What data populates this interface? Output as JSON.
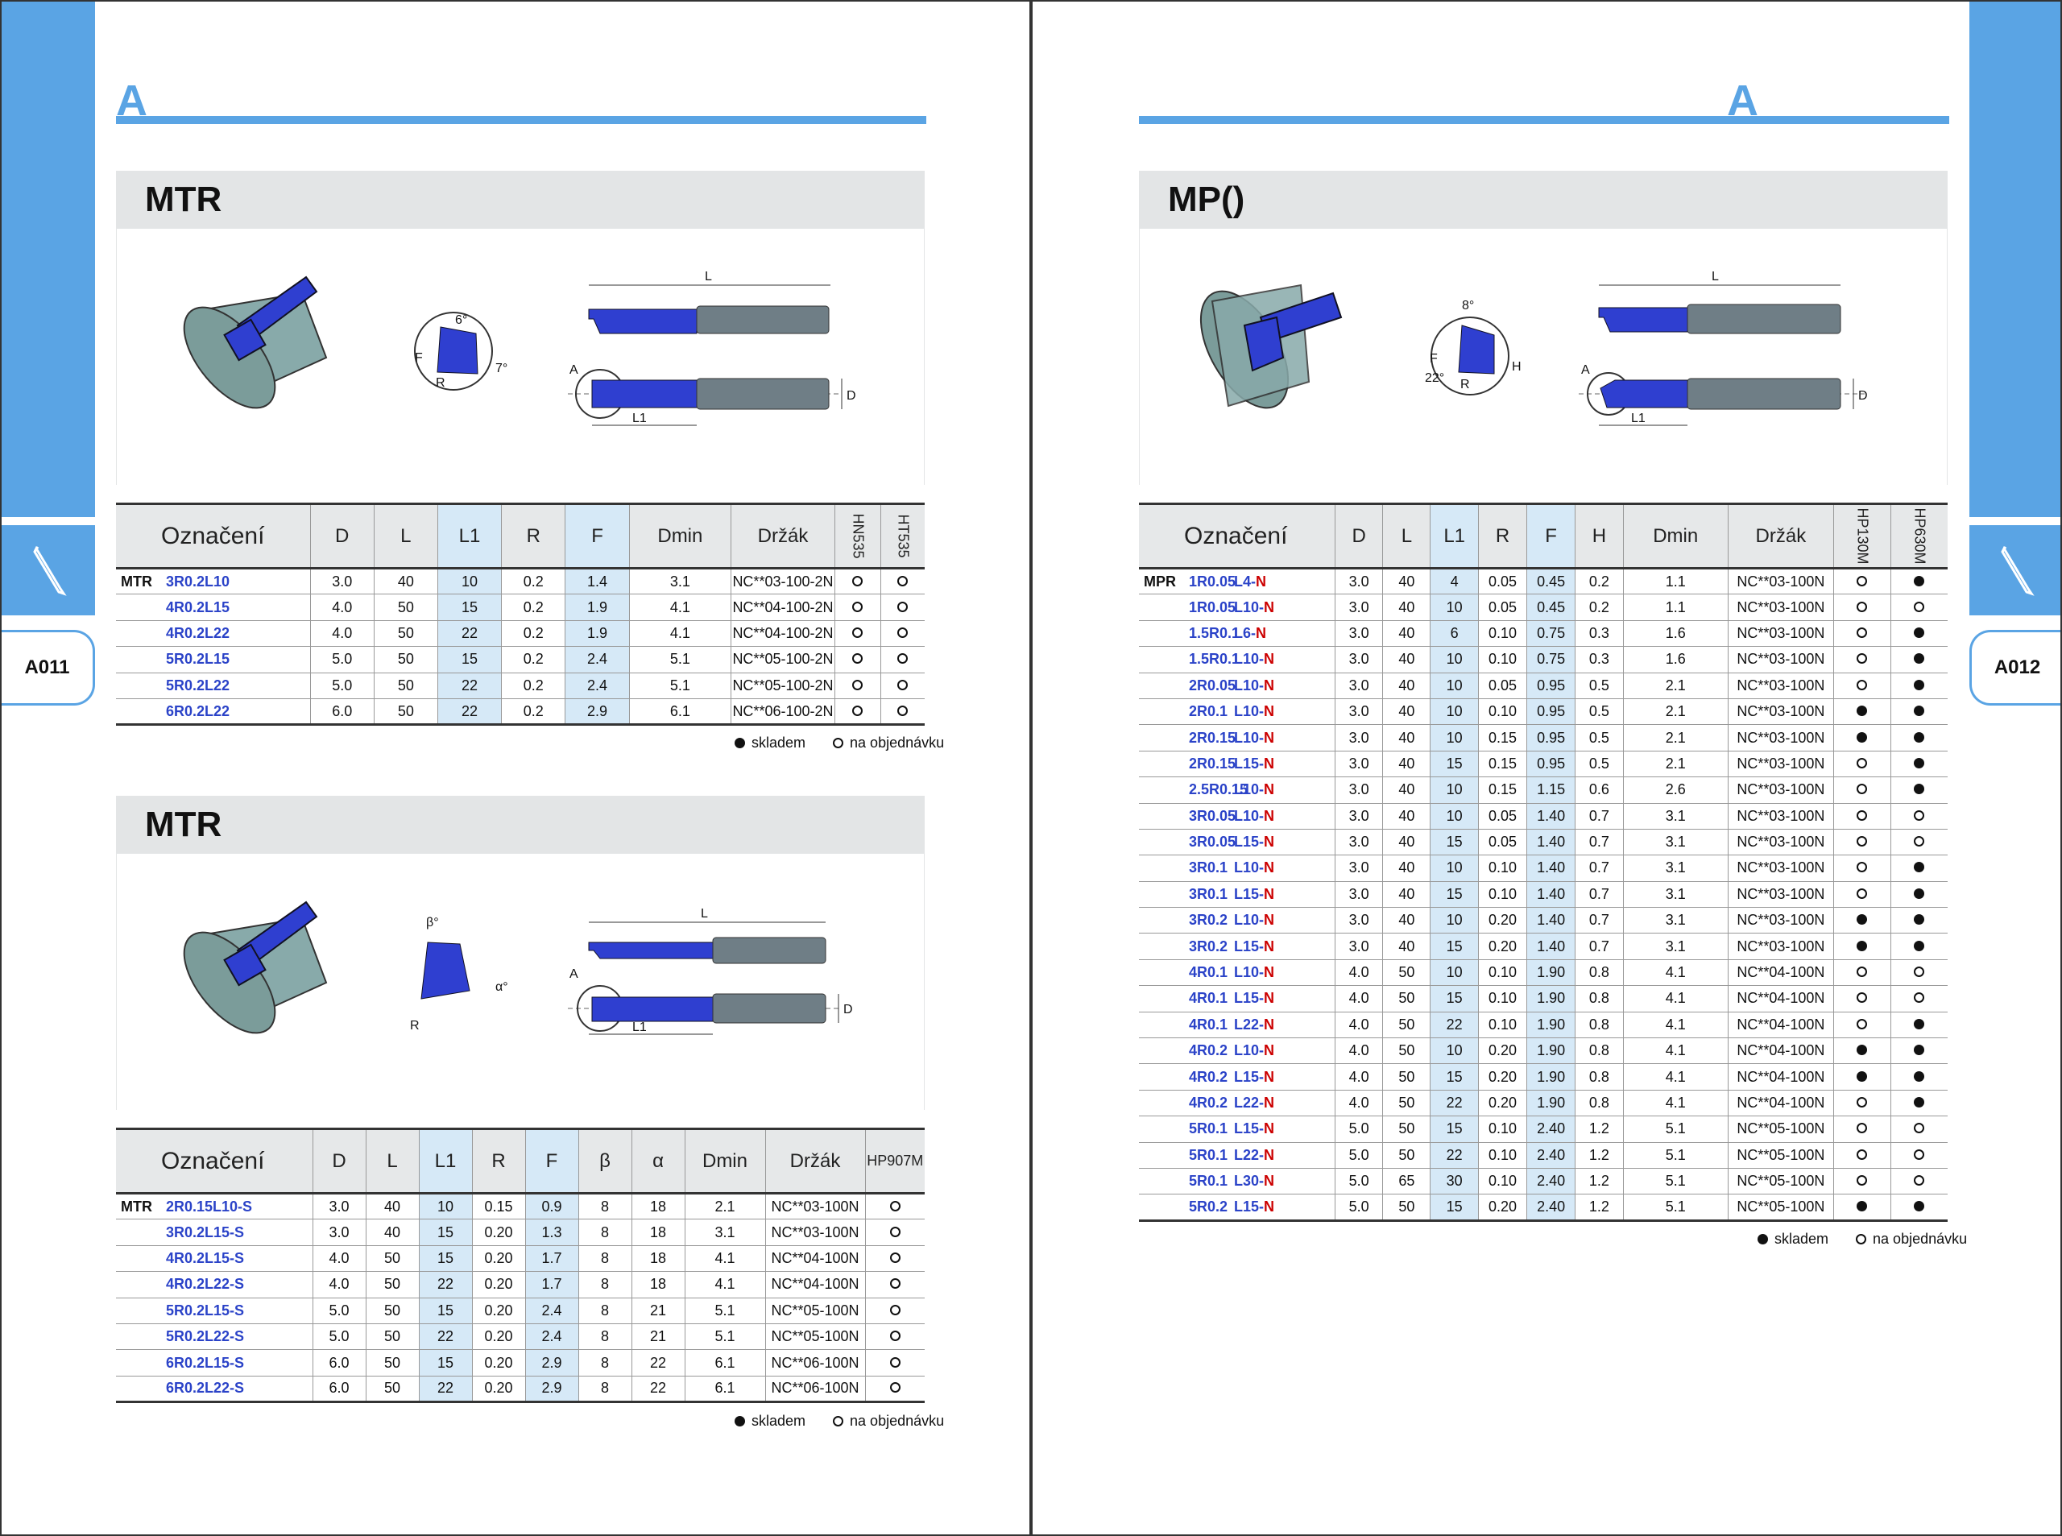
{
  "left_page": {
    "section_letter": "A",
    "page_tab": "A011",
    "table1": {
      "title": "MTR",
      "headers": [
        "Označení",
        "D",
        "L",
        "L1",
        "R",
        "F",
        "Dmin",
        "Držák",
        "HN535",
        "HT535"
      ],
      "series": "MTR",
      "rows": [
        {
          "code": "3R0.2L10",
          "D": "3.0",
          "L": "40",
          "L1": "10",
          "R": "0.2",
          "F": "1.4",
          "Dmin": "3.1",
          "holder": "NC**03-100-2N",
          "g1": "open",
          "g2": "open"
        },
        {
          "code": "4R0.2L15",
          "D": "4.0",
          "L": "50",
          "L1": "15",
          "R": "0.2",
          "F": "1.9",
          "Dmin": "4.1",
          "holder": "NC**04-100-2N",
          "g1": "open",
          "g2": "open"
        },
        {
          "code": "4R0.2L22",
          "D": "4.0",
          "L": "50",
          "L1": "22",
          "R": "0.2",
          "F": "1.9",
          "Dmin": "4.1",
          "holder": "NC**04-100-2N",
          "g1": "open",
          "g2": "open"
        },
        {
          "code": "5R0.2L15",
          "D": "5.0",
          "L": "50",
          "L1": "15",
          "R": "0.2",
          "F": "2.4",
          "Dmin": "5.1",
          "holder": "NC**05-100-2N",
          "g1": "open",
          "g2": "open"
        },
        {
          "code": "5R0.2L22",
          "D": "5.0",
          "L": "50",
          "L1": "22",
          "R": "0.2",
          "F": "2.4",
          "Dmin": "5.1",
          "holder": "NC**05-100-2N",
          "g1": "open",
          "g2": "open"
        },
        {
          "code": "6R0.2L22",
          "D": "6.0",
          "L": "50",
          "L1": "22",
          "R": "0.2",
          "F": "2.9",
          "Dmin": "6.1",
          "holder": "NC**06-100-2N",
          "g1": "open",
          "g2": "open"
        }
      ],
      "legend_stock": "skladem",
      "legend_order": "na objednávku",
      "diagram_labels": {
        "L": "L",
        "A": "A",
        "L1": "L1",
        "D": "D",
        "F": "F",
        "R": "R",
        "angle1": "6°",
        "angle2": "7°"
      }
    },
    "table2": {
      "title": "MTR",
      "headers": [
        "Označení",
        "D",
        "L",
        "L1",
        "R",
        "F",
        "β",
        "α",
        "Dmin",
        "Držák",
        "HP907M"
      ],
      "series": "MTR",
      "rows": [
        {
          "code": "2R0.15L10-S",
          "D": "3.0",
          "L": "40",
          "L1": "10",
          "R": "0.15",
          "F": "0.9",
          "beta": "8",
          "alpha": "18",
          "Dmin": "2.1",
          "holder": "NC**03-100N",
          "g1": "open"
        },
        {
          "code": "3R0.2L15-S",
          "D": "3.0",
          "L": "40",
          "L1": "15",
          "R": "0.20",
          "F": "1.3",
          "beta": "8",
          "alpha": "18",
          "Dmin": "3.1",
          "holder": "NC**03-100N",
          "g1": "open"
        },
        {
          "code": "4R0.2L15-S",
          "D": "4.0",
          "L": "50",
          "L1": "15",
          "R": "0.20",
          "F": "1.7",
          "beta": "8",
          "alpha": "18",
          "Dmin": "4.1",
          "holder": "NC**04-100N",
          "g1": "open"
        },
        {
          "code": "4R0.2L22-S",
          "D": "4.0",
          "L": "50",
          "L1": "22",
          "R": "0.20",
          "F": "1.7",
          "beta": "8",
          "alpha": "18",
          "Dmin": "4.1",
          "holder": "NC**04-100N",
          "g1": "open"
        },
        {
          "code": "5R0.2L15-S",
          "D": "5.0",
          "L": "50",
          "L1": "15",
          "R": "0.20",
          "F": "2.4",
          "beta": "8",
          "alpha": "21",
          "Dmin": "5.1",
          "holder": "NC**05-100N",
          "g1": "open"
        },
        {
          "code": "5R0.2L22-S",
          "D": "5.0",
          "L": "50",
          "L1": "22",
          "R": "0.20",
          "F": "2.4",
          "beta": "8",
          "alpha": "21",
          "Dmin": "5.1",
          "holder": "NC**05-100N",
          "g1": "open"
        },
        {
          "code": "6R0.2L15-S",
          "D": "6.0",
          "L": "50",
          "L1": "15",
          "R": "0.20",
          "F": "2.9",
          "beta": "8",
          "alpha": "22",
          "Dmin": "6.1",
          "holder": "NC**06-100N",
          "g1": "open"
        },
        {
          "code": "6R0.2L22-S",
          "D": "6.0",
          "L": "50",
          "L1": "22",
          "R": "0.20",
          "F": "2.9",
          "beta": "8",
          "alpha": "22",
          "Dmin": "6.1",
          "holder": "NC**06-100N",
          "g1": "open"
        }
      ],
      "legend_stock": "skladem",
      "legend_order": "na objednávku",
      "diagram_labels": {
        "L": "L",
        "A": "A",
        "L1": "L1",
        "D": "D",
        "R": "R",
        "beta": "β°",
        "alpha": "α°"
      }
    }
  },
  "right_page": {
    "section_letter": "A",
    "page_tab": "A012",
    "table": {
      "title": "MP()",
      "headers": [
        "Označení",
        "D",
        "L",
        "L1",
        "R",
        "F",
        "H",
        "Dmin",
        "Držák",
        "HP130M",
        "HP630M"
      ],
      "series": "MPR",
      "rows": [
        {
          "code": "1R0.05",
          "code2": "L4-N",
          "D": "3.0",
          "L": "40",
          "L1": "4",
          "R": "0.05",
          "F": "0.45",
          "H": "0.2",
          "Dmin": "1.1",
          "holder": "NC**03-100N",
          "g1": "open",
          "g2": "filled"
        },
        {
          "code": "1R0.05",
          "code2": "L10-N",
          "D": "3.0",
          "L": "40",
          "L1": "10",
          "R": "0.05",
          "F": "0.45",
          "H": "0.2",
          "Dmin": "1.1",
          "holder": "NC**03-100N",
          "g1": "open",
          "g2": "open"
        },
        {
          "code": "1.5R0.1",
          "code2": "L6-N",
          "D": "3.0",
          "L": "40",
          "L1": "6",
          "R": "0.10",
          "F": "0.75",
          "H": "0.3",
          "Dmin": "1.6",
          "holder": "NC**03-100N",
          "g1": "open",
          "g2": "filled"
        },
        {
          "code": "1.5R0.1",
          "code2": "L10-N",
          "D": "3.0",
          "L": "40",
          "L1": "10",
          "R": "0.10",
          "F": "0.75",
          "H": "0.3",
          "Dmin": "1.6",
          "holder": "NC**03-100N",
          "g1": "open",
          "g2": "filled"
        },
        {
          "code": "2R0.05",
          "code2": "L10-N",
          "D": "3.0",
          "L": "40",
          "L1": "10",
          "R": "0.05",
          "F": "0.95",
          "H": "0.5",
          "Dmin": "2.1",
          "holder": "NC**03-100N",
          "g1": "open",
          "g2": "filled"
        },
        {
          "code": "2R0.1",
          "code2": "L10-N",
          "D": "3.0",
          "L": "40",
          "L1": "10",
          "R": "0.10",
          "F": "0.95",
          "H": "0.5",
          "Dmin": "2.1",
          "holder": "NC**03-100N",
          "g1": "filled",
          "g2": "filled"
        },
        {
          "code": "2R0.15",
          "code2": "L10-N",
          "D": "3.0",
          "L": "40",
          "L1": "10",
          "R": "0.15",
          "F": "0.95",
          "H": "0.5",
          "Dmin": "2.1",
          "holder": "NC**03-100N",
          "g1": "filled",
          "g2": "filled"
        },
        {
          "code": "2R0.15",
          "code2": "L15-N",
          "D": "3.0",
          "L": "40",
          "L1": "15",
          "R": "0.15",
          "F": "0.95",
          "H": "0.5",
          "Dmin": "2.1",
          "holder": "NC**03-100N",
          "g1": "open",
          "g2": "filled"
        },
        {
          "code": "2.5R0.15",
          "code2": "L10-N",
          "D": "3.0",
          "L": "40",
          "L1": "10",
          "R": "0.15",
          "F": "1.15",
          "H": "0.6",
          "Dmin": "2.6",
          "holder": "NC**03-100N",
          "g1": "open",
          "g2": "filled"
        },
        {
          "code": "3R0.05",
          "code2": "L10-N",
          "D": "3.0",
          "L": "40",
          "L1": "10",
          "R": "0.05",
          "F": "1.40",
          "H": "0.7",
          "Dmin": "3.1",
          "holder": "NC**03-100N",
          "g1": "open",
          "g2": "open"
        },
        {
          "code": "3R0.05",
          "code2": "L15-N",
          "D": "3.0",
          "L": "40",
          "L1": "15",
          "R": "0.05",
          "F": "1.40",
          "H": "0.7",
          "Dmin": "3.1",
          "holder": "NC**03-100N",
          "g1": "open",
          "g2": "open"
        },
        {
          "code": "3R0.1",
          "code2": "L10-N",
          "D": "3.0",
          "L": "40",
          "L1": "10",
          "R": "0.10",
          "F": "1.40",
          "H": "0.7",
          "Dmin": "3.1",
          "holder": "NC**03-100N",
          "g1": "open",
          "g2": "filled"
        },
        {
          "code": "3R0.1",
          "code2": "L15-N",
          "D": "3.0",
          "L": "40",
          "L1": "15",
          "R": "0.10",
          "F": "1.40",
          "H": "0.7",
          "Dmin": "3.1",
          "holder": "NC**03-100N",
          "g1": "open",
          "g2": "filled"
        },
        {
          "code": "3R0.2",
          "code2": "L10-N",
          "D": "3.0",
          "L": "40",
          "L1": "10",
          "R": "0.20",
          "F": "1.40",
          "H": "0.7",
          "Dmin": "3.1",
          "holder": "NC**03-100N",
          "g1": "filled",
          "g2": "filled"
        },
        {
          "code": "3R0.2",
          "code2": "L15-N",
          "D": "3.0",
          "L": "40",
          "L1": "15",
          "R": "0.20",
          "F": "1.40",
          "H": "0.7",
          "Dmin": "3.1",
          "holder": "NC**03-100N",
          "g1": "filled",
          "g2": "filled"
        },
        {
          "code": "4R0.1",
          "code2": "L10-N",
          "D": "4.0",
          "L": "50",
          "L1": "10",
          "R": "0.10",
          "F": "1.90",
          "H": "0.8",
          "Dmin": "4.1",
          "holder": "NC**04-100N",
          "g1": "open",
          "g2": "open"
        },
        {
          "code": "4R0.1",
          "code2": "L15-N",
          "D": "4.0",
          "L": "50",
          "L1": "15",
          "R": "0.10",
          "F": "1.90",
          "H": "0.8",
          "Dmin": "4.1",
          "holder": "NC**04-100N",
          "g1": "open",
          "g2": "open"
        },
        {
          "code": "4R0.1",
          "code2": "L22-N",
          "D": "4.0",
          "L": "50",
          "L1": "22",
          "R": "0.10",
          "F": "1.90",
          "H": "0.8",
          "Dmin": "4.1",
          "holder": "NC**04-100N",
          "g1": "open",
          "g2": "filled"
        },
        {
          "code": "4R0.2",
          "code2": "L10-N",
          "D": "4.0",
          "L": "50",
          "L1": "10",
          "R": "0.20",
          "F": "1.90",
          "H": "0.8",
          "Dmin": "4.1",
          "holder": "NC**04-100N",
          "g1": "filled",
          "g2": "filled"
        },
        {
          "code": "4R0.2",
          "code2": "L15-N",
          "D": "4.0",
          "L": "50",
          "L1": "15",
          "R": "0.20",
          "F": "1.90",
          "H": "0.8",
          "Dmin": "4.1",
          "holder": "NC**04-100N",
          "g1": "filled",
          "g2": "filled"
        },
        {
          "code": "4R0.2",
          "code2": "L22-N",
          "D": "4.0",
          "L": "50",
          "L1": "22",
          "R": "0.20",
          "F": "1.90",
          "H": "0.8",
          "Dmin": "4.1",
          "holder": "NC**04-100N",
          "g1": "open",
          "g2": "filled"
        },
        {
          "code": "5R0.1",
          "code2": "L15-N",
          "D": "5.0",
          "L": "50",
          "L1": "15",
          "R": "0.10",
          "F": "2.40",
          "H": "1.2",
          "Dmin": "5.1",
          "holder": "NC**05-100N",
          "g1": "open",
          "g2": "open"
        },
        {
          "code": "5R0.1",
          "code2": "L22-N",
          "D": "5.0",
          "L": "50",
          "L1": "22",
          "R": "0.10",
          "F": "2.40",
          "H": "1.2",
          "Dmin": "5.1",
          "holder": "NC**05-100N",
          "g1": "open",
          "g2": "open"
        },
        {
          "code": "5R0.1",
          "code2": "L30-N",
          "D": "5.0",
          "L": "65",
          "L1": "30",
          "R": "0.10",
          "F": "2.40",
          "H": "1.2",
          "Dmin": "5.1",
          "holder": "NC**05-100N",
          "g1": "open",
          "g2": "open"
        },
        {
          "code": "5R0.2",
          "code2": "L15-N",
          "D": "5.0",
          "L": "50",
          "L1": "15",
          "R": "0.20",
          "F": "2.40",
          "H": "1.2",
          "Dmin": "5.1",
          "holder": "NC**05-100N",
          "g1": "filled",
          "g2": "filled"
        }
      ],
      "legend_stock": "skladem",
      "legend_order": "na objednávku",
      "diagram_labels": {
        "L": "L",
        "A": "A",
        "L1": "L1",
        "D": "D",
        "F": "F",
        "R": "R",
        "H": "H",
        "angle1": "8°",
        "angle2": "22°"
      }
    }
  },
  "colors": {
    "accent": "#5aa4e4",
    "header_gray": "#e3e5e6",
    "highlight": "#d6e9f7",
    "code_blue": "#2b43c8",
    "code_red": "#cc0000",
    "tool_blue": "#2f3fd0"
  }
}
